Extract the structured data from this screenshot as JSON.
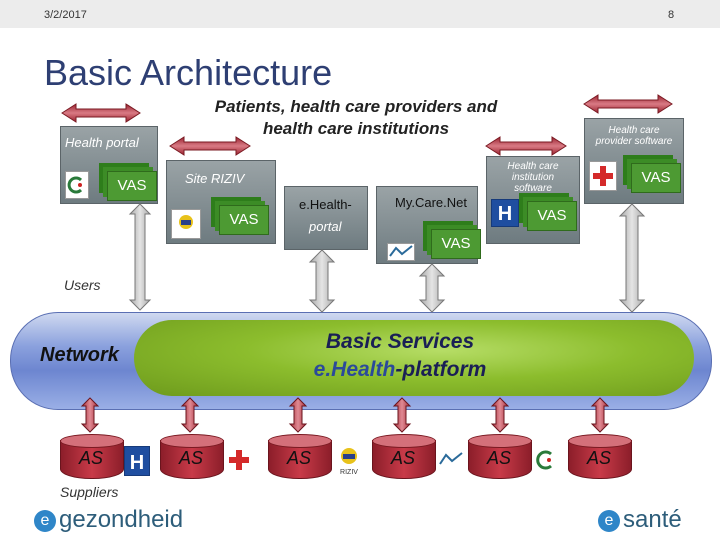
{
  "header": {
    "date": "3/2/2017",
    "page_number": "8"
  },
  "title": "Basic Architecture",
  "subtitle": "Patients, health care providers and health care institutions",
  "top_boxes": {
    "health_portal": {
      "label": "Health portal",
      "vas": "VAS"
    },
    "site_riziv": {
      "label": "Site RIZIV",
      "vas": "VAS"
    },
    "ehealth_portal": {
      "line1": "e.Health-",
      "line2": "portal"
    },
    "mycarenet": {
      "label": "My.Care.Net",
      "vas": "VAS"
    },
    "institution_software": {
      "label": "Health care institution software",
      "vas": "VAS"
    },
    "provider_software": {
      "label": "Health care provider software",
      "vas": "VAS"
    }
  },
  "labels": {
    "users": "Users",
    "network": "Network",
    "suppliers": "Suppliers"
  },
  "basic_services": {
    "line1": "Basic Services",
    "line2_prefix": "e.Health",
    "line2_suffix": "-platform"
  },
  "suppliers": [
    "AS",
    "AS",
    "AS",
    "AS",
    "AS",
    "AS"
  ],
  "brands": {
    "left": "gezondheid",
    "right": "santé"
  },
  "colors": {
    "title": "#2e3f73",
    "vas_green": "#4d9a33",
    "network_blue": "#7b93d6",
    "services_green": "#8cbd2d",
    "drum_red": "#b02c38"
  }
}
